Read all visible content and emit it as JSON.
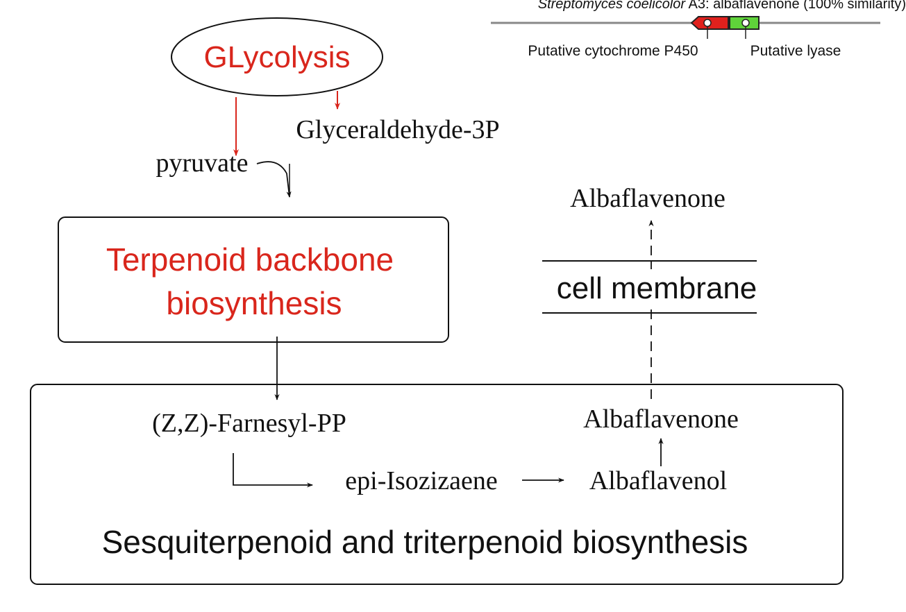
{
  "gene_cluster": {
    "species": "Streptomyces coelicolor",
    "strain_suffix": " A3: albaflavenone (100% similarity)",
    "genes": [
      {
        "label": "Putative cytochrome P450",
        "color": "#e0211d"
      },
      {
        "label": "Putative lyase",
        "color": "#5fd33a"
      }
    ]
  },
  "pathway": {
    "glycolysis": "GLycolysis",
    "glyceraldehyde": "Glyceraldehyde-3P",
    "pyruvate": "pyruvate",
    "terpenoid_line1": "Terpenoid backbone",
    "terpenoid_line2": "biosynthesis",
    "farnesyl": "(Z,Z)-Farnesyl-PP",
    "epi_isozizaene": "epi-Isozizaene",
    "albaflavenol": "Albaflavenol",
    "albaflavenone_inner": "Albaflavenone",
    "albaflavenone_outer": "Albaflavenone",
    "cell_membrane": "cell membrane",
    "sesquiterpenoid": "Sesquiterpenoid and triterpenoid biosynthesis"
  },
  "colors": {
    "accent_red": "#d9261c",
    "ink": "#111111"
  }
}
